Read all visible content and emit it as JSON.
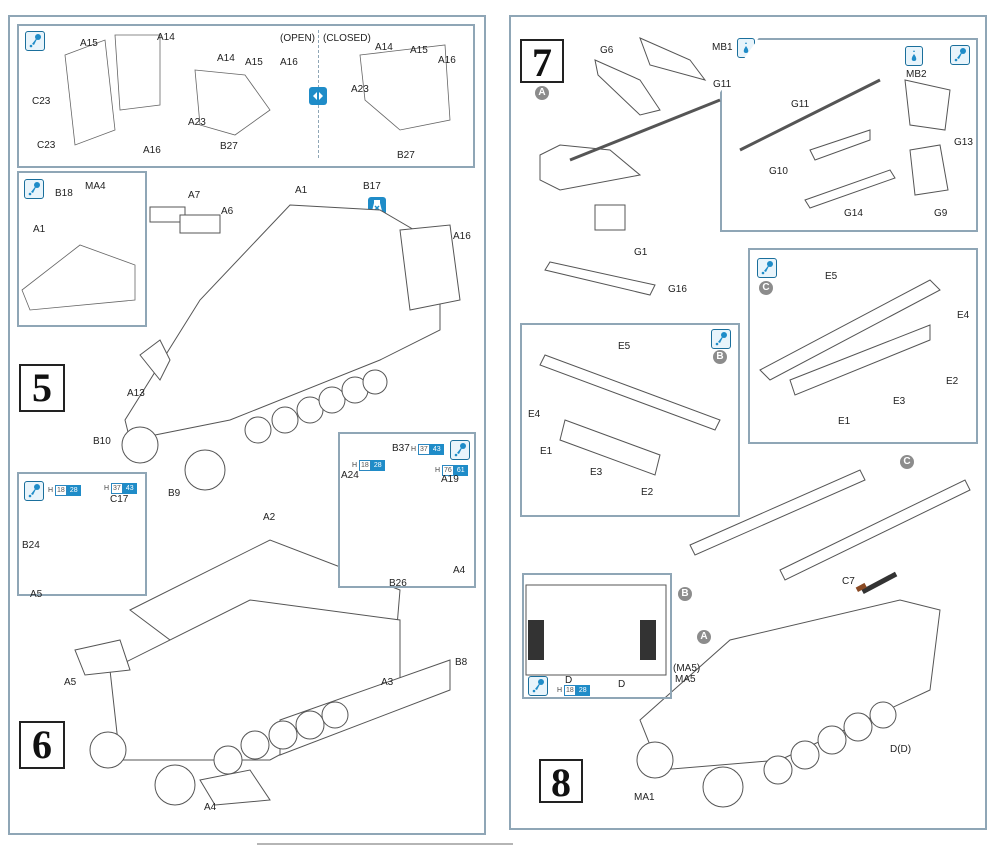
{
  "colors": {
    "frame": "#8fa6b6",
    "icon_blue": "#1f8cc8",
    "paint_badge": "#1f8cc8",
    "part_brown": "#8a4a24",
    "part_gray": "#6b6b6b",
    "callout_gray": "#8c8c8c"
  },
  "left_page": {
    "step5": {
      "number": "5",
      "detail_doors": {
        "icon": "cement-icon",
        "labels": [
          "A15",
          "A14",
          "C23",
          "C23",
          "A16",
          "A14",
          "A15",
          "A16",
          "A23",
          "B27",
          "A14",
          "A15",
          "A16",
          "A23",
          "B27"
        ],
        "state_open": "(OPEN)",
        "state_closed": "(CLOSED)",
        "toggle_icon": "alternative-option-icon"
      },
      "detail_front": {
        "icon": "cement-icon",
        "labels": [
          "B18",
          "MA4",
          "A1"
        ]
      },
      "main_labels": [
        "A7",
        "A6",
        "A1",
        "B17",
        "A16",
        "A13",
        "B10",
        "B9"
      ],
      "remove_icon": "remove-part-icon"
    },
    "step6": {
      "number": "6",
      "detail_left": {
        "icon": "cement-icon",
        "paint": [
          {
            "prefix": "H",
            "code": "18",
            "alt": "28"
          },
          {
            "prefix": "H",
            "code": "37",
            "alt": "43"
          }
        ],
        "labels": [
          "C17",
          "B24",
          "A5"
        ]
      },
      "detail_right": {
        "icon": "cement-icon",
        "paint": [
          {
            "prefix": "H",
            "code": "18",
            "alt": "28"
          },
          {
            "prefix": "H",
            "code": "37",
            "alt": "43"
          },
          {
            "prefix": "H",
            "code": "76",
            "alt": "61"
          }
        ],
        "labels": [
          "B37",
          "A24",
          "A19",
          "B26",
          "A4"
        ]
      },
      "main_labels": [
        "A2",
        "A5",
        "B8",
        "A3",
        "A4"
      ]
    }
  },
  "right_page": {
    "step7": {
      "number": "7",
      "callout": "A",
      "labels": [
        "G6",
        "MB1",
        "G11",
        "G1",
        "G16"
      ],
      "mb1_icon": "decal-water-icon",
      "detail": {
        "icons": [
          "decal-water-icon",
          "cement-icon"
        ],
        "labels": [
          "MB2",
          "G11",
          "G13",
          "G10",
          "G14",
          "G9"
        ]
      },
      "detail_c": {
        "icon": "cement-icon",
        "callout": "C",
        "labels": [
          "E5",
          "E4",
          "E2",
          "E3",
          "E1"
        ]
      },
      "detail_b": {
        "icon": "cement-icon",
        "callout": "B",
        "labels": [
          "E5",
          "E4",
          "E1",
          "E3",
          "E2"
        ]
      }
    },
    "step8": {
      "number": "8",
      "callouts": [
        "C",
        "B",
        "A"
      ],
      "labels": [
        "C7",
        "(MA5)",
        "MA5",
        "D(D)",
        "MA1"
      ],
      "detail_rear": {
        "icon": "cement-icon",
        "labels": [
          "D",
          "D"
        ],
        "paint": {
          "prefix": "H",
          "code": "18",
          "alt": "28"
        }
      }
    }
  }
}
